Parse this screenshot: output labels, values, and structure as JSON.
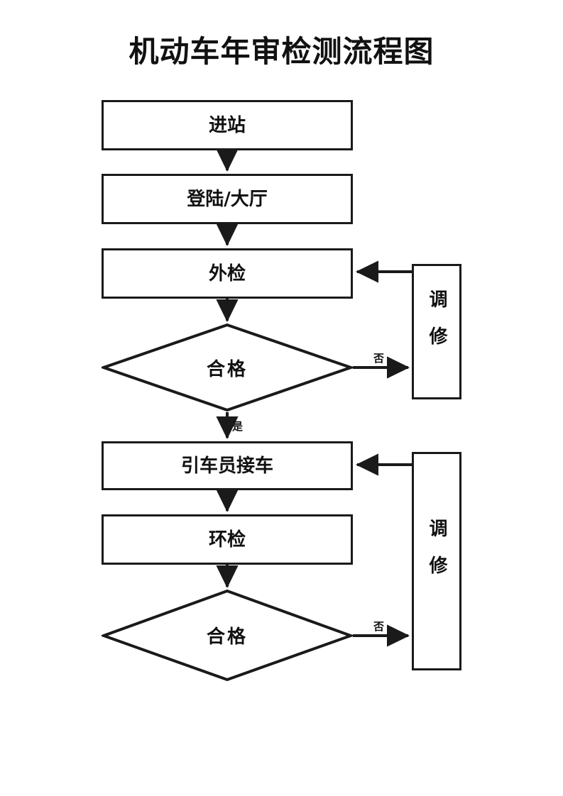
{
  "title": "机动车年审检测流程图",
  "diagram": {
    "type": "flowchart",
    "orientation": "top-to-bottom",
    "nodes": [
      {
        "id": "enter",
        "label": "进站",
        "shape": "rectangle"
      },
      {
        "id": "login",
        "label": "登陆/大厅",
        "shape": "rectangle"
      },
      {
        "id": "ext-check",
        "label": "外检",
        "shape": "rectangle"
      },
      {
        "id": "qualified-1",
        "label": "合格",
        "shape": "diamond"
      },
      {
        "id": "repair-1",
        "label": "调修",
        "shape": "rectangle-vertical"
      },
      {
        "id": "driver",
        "label": "引车员接车",
        "shape": "rectangle"
      },
      {
        "id": "env-check",
        "label": "环检",
        "shape": "rectangle"
      },
      {
        "id": "qualified-2",
        "label": "合格",
        "shape": "diamond"
      },
      {
        "id": "repair-2",
        "label": "调修",
        "shape": "rectangle-vertical"
      }
    ],
    "edges": [
      {
        "from": "enter",
        "to": "login",
        "label": ""
      },
      {
        "from": "login",
        "to": "ext-check",
        "label": ""
      },
      {
        "from": "ext-check",
        "to": "qualified-1",
        "label": ""
      },
      {
        "from": "qualified-1",
        "to": "repair-1",
        "label": "否"
      },
      {
        "from": "repair-1",
        "to": "ext-check",
        "label": ""
      },
      {
        "from": "qualified-1",
        "to": "driver",
        "label": "是"
      },
      {
        "from": "driver",
        "to": "env-check",
        "label": ""
      },
      {
        "from": "env-check",
        "to": "qualified-2",
        "label": ""
      },
      {
        "from": "qualified-2",
        "to": "repair-2",
        "label": "否"
      },
      {
        "from": "repair-2",
        "to": "driver",
        "label": ""
      }
    ],
    "edge_labels": {
      "no_1": "否",
      "yes_1": "是",
      "no_2": "否"
    },
    "colors": {
      "stroke": "#1a1a1a",
      "fill": "#ffffff",
      "text": "#111111"
    }
  }
}
